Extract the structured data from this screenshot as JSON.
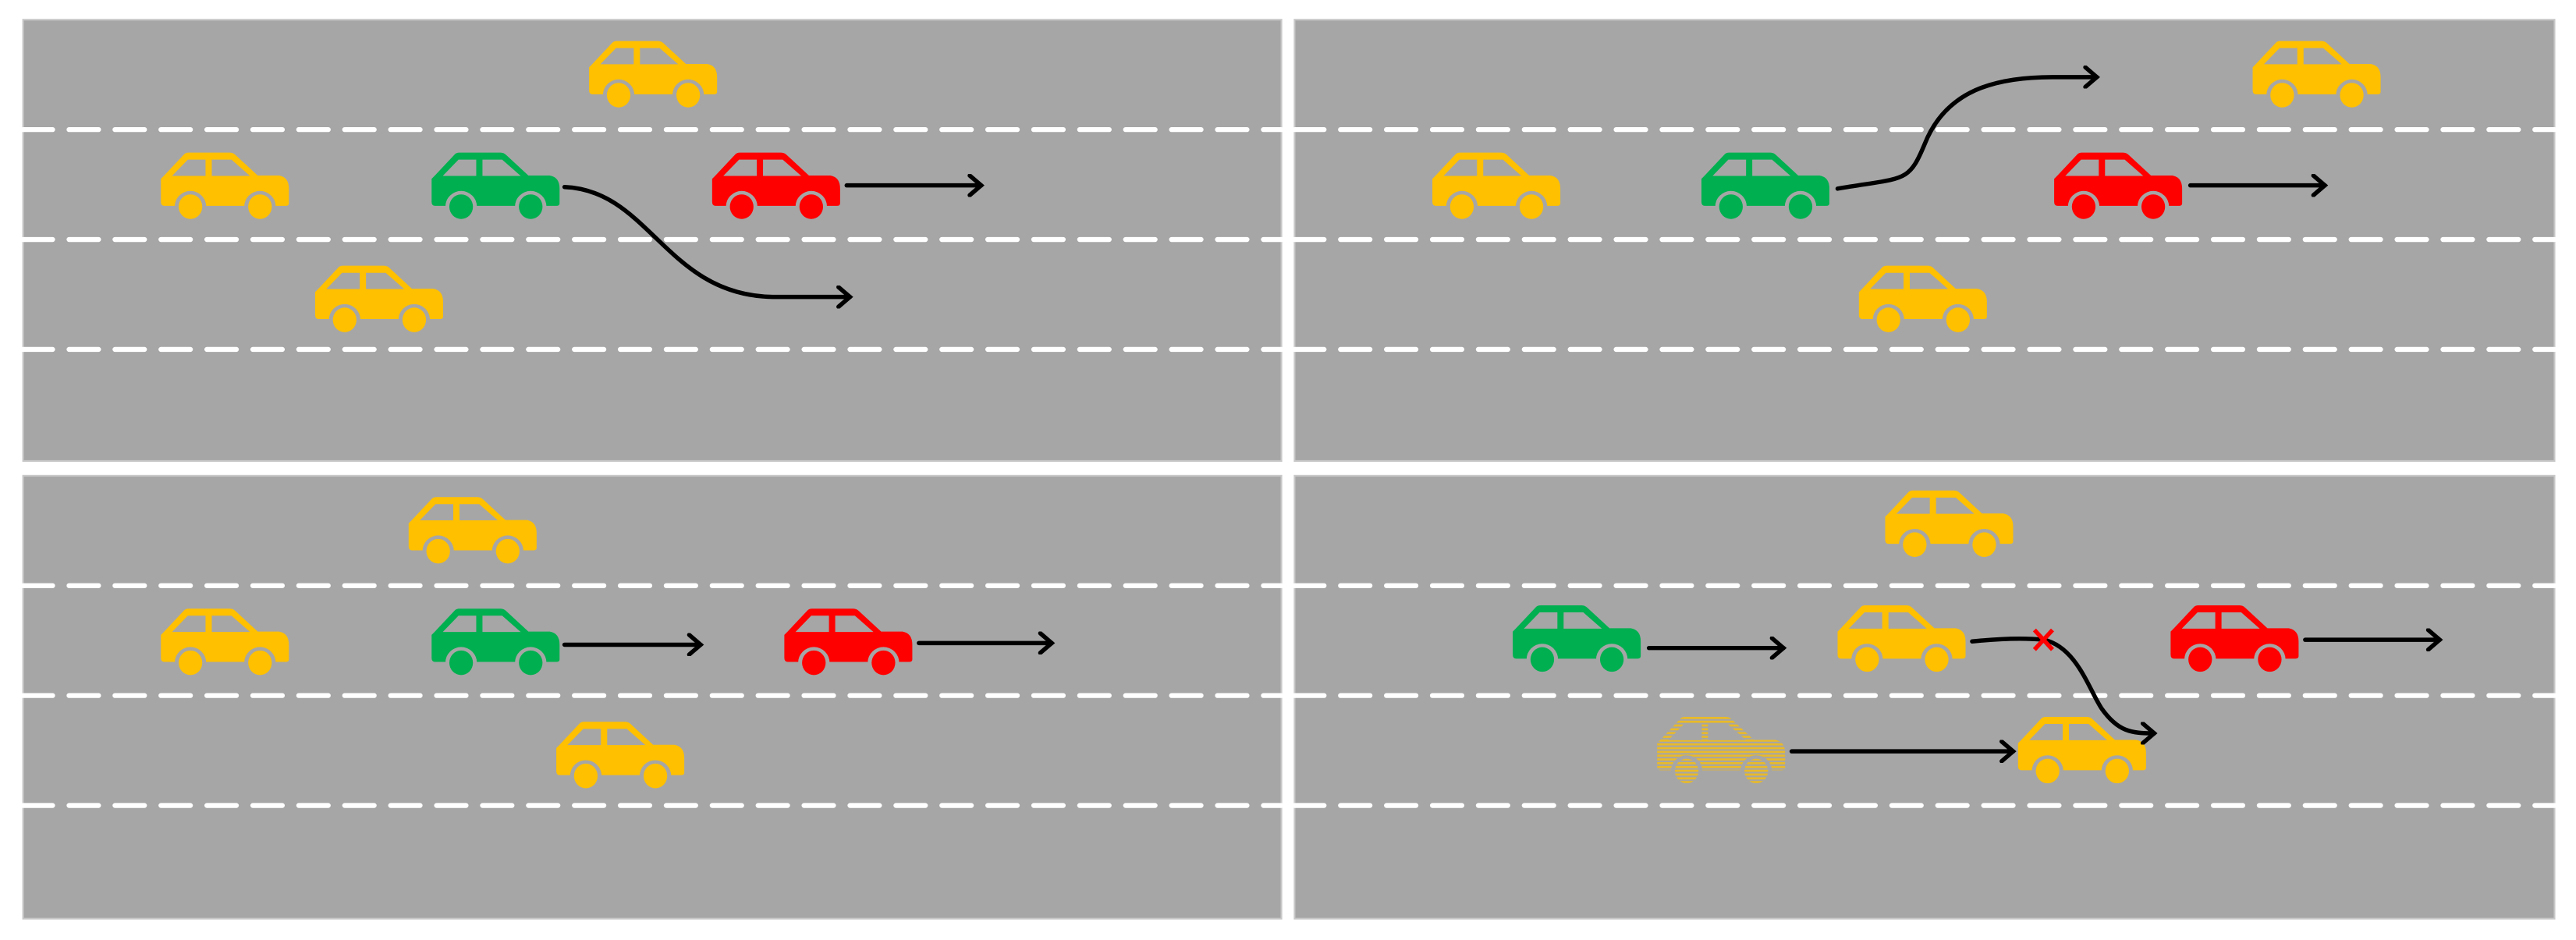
{
  "figure": {
    "panels": [
      "top-left",
      "top-right",
      "bottom-left",
      "bottom-right"
    ],
    "lanes_per_panel": 4
  },
  "colors": {
    "road": "#a6a6a6",
    "lane_marking": "#ffffff",
    "ego_vehicle": "#00b050",
    "lead_vehicle": "#ff0000",
    "other_vehicle": "#ffc000",
    "trajectory": "#000000",
    "blocked_marker": "#ff0000"
  },
  "icons": {
    "vehicle": "car-icon",
    "predicted_vehicle": "car-hatched-icon",
    "blocked": "cross-icon"
  }
}
